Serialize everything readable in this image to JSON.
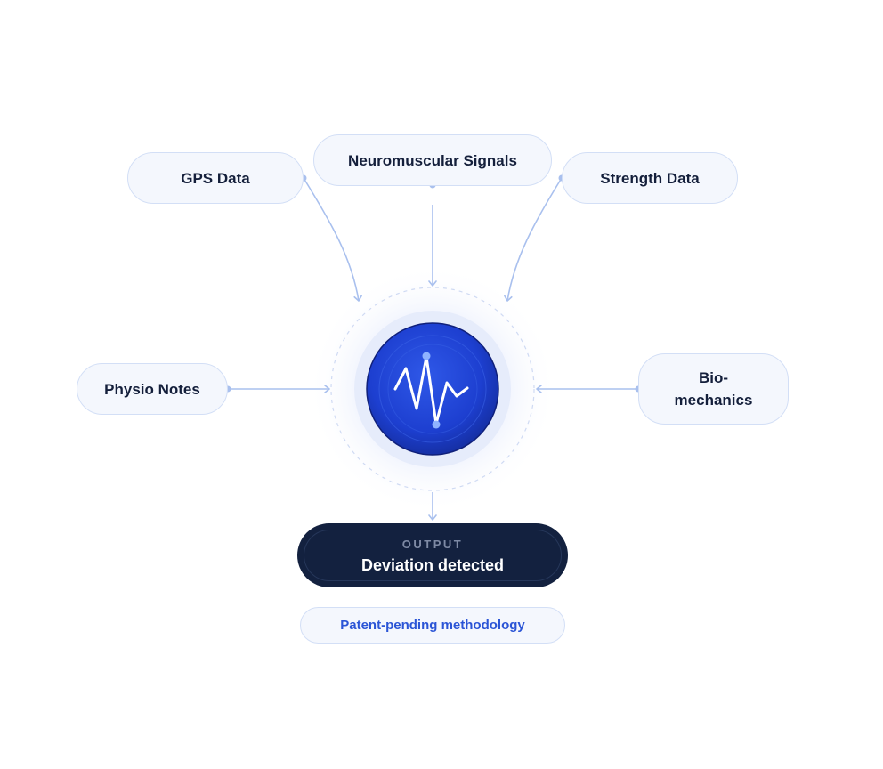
{
  "sources": {
    "gps": "GPS Data",
    "neuromuscular": "Neuromuscular Signals",
    "strength": "Strength Data",
    "physio": "Physio Notes",
    "biomechanics_line1": "Bio-",
    "biomechanics_line2": "mechanics"
  },
  "output": {
    "label": "OUTPUT",
    "value": "Deviation detected"
  },
  "badge": "Patent-pending methodology",
  "colors": {
    "connector": "#a9c0ee",
    "core_blue": "#1d3fd0",
    "output_bg": "#13213f",
    "badge_text": "#2b55d6"
  },
  "icons": {
    "core": "waveform-icon"
  }
}
